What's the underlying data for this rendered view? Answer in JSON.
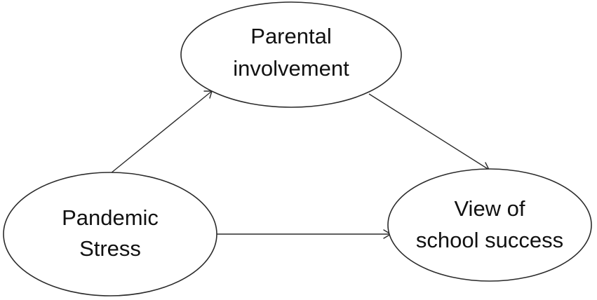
{
  "diagram": {
    "nodes": {
      "parental": {
        "lines": [
          "Parental",
          "involvement"
        ]
      },
      "pandemic": {
        "lines": [
          "Pandemic",
          "Stress"
        ]
      },
      "school": {
        "lines": [
          "View of",
          "school success"
        ]
      }
    },
    "edges": [
      {
        "from": "pandemic",
        "to": "parental"
      },
      {
        "from": "parental",
        "to": "school"
      },
      {
        "from": "pandemic",
        "to": "school"
      }
    ],
    "colors": {
      "stroke": "#2b2b2b",
      "text": "#111111",
      "background": "#ffffff"
    }
  }
}
